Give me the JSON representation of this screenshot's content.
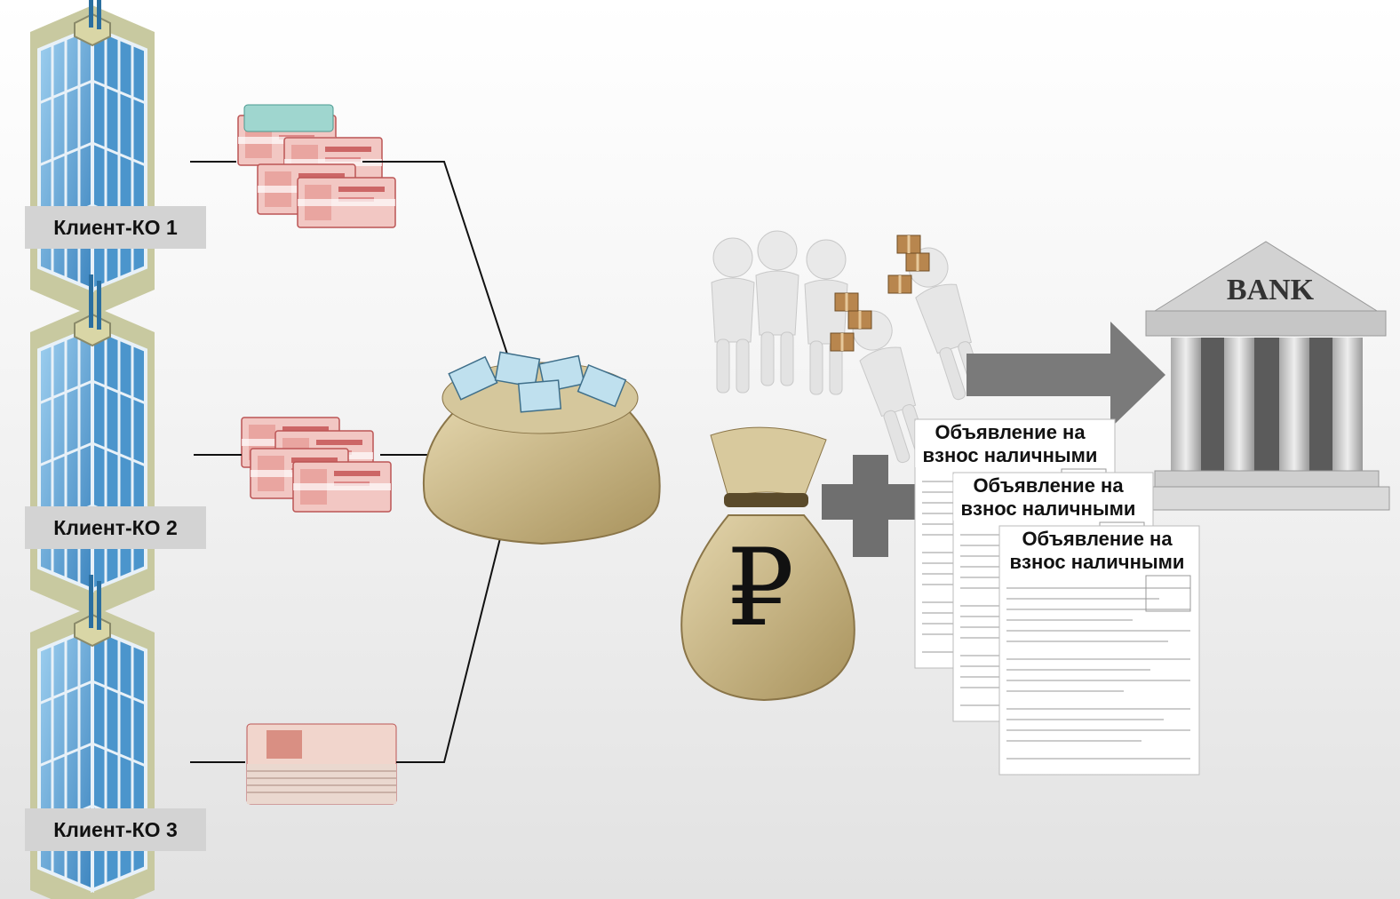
{
  "clients": [
    {
      "label": "Клиент-КО 1"
    },
    {
      "label": "Клиент-КО 2"
    },
    {
      "label": "Клиент-КО 3"
    }
  ],
  "documents": [
    {
      "title_line1": "Объявление на",
      "title_line2": "взнос наличными"
    },
    {
      "title_line1": "Объявление на",
      "title_line2": "взнос наличными"
    },
    {
      "title_line1": "Объявление на",
      "title_line2": "взнос наличными"
    }
  ],
  "bank": {
    "sign": "BANK"
  },
  "money_bag": {
    "symbol": "₽"
  },
  "icons": [
    "building-icon",
    "banknotes-icon",
    "money-sack-icon",
    "people-carrying-boxes-icon",
    "ruble-bag-icon",
    "plus-icon",
    "arrow-right-icon",
    "bank-building-icon",
    "document-icon"
  ],
  "colors": {
    "building_glass": "#5fa7d6",
    "building_frame": "#e8f1f8",
    "roof": "#c9c79b",
    "bag": "#cbb98a",
    "arrow_gray": "#7a7a7a",
    "plus_gray": "#6f6f6f",
    "bank_stone": "#c9c9c9"
  }
}
